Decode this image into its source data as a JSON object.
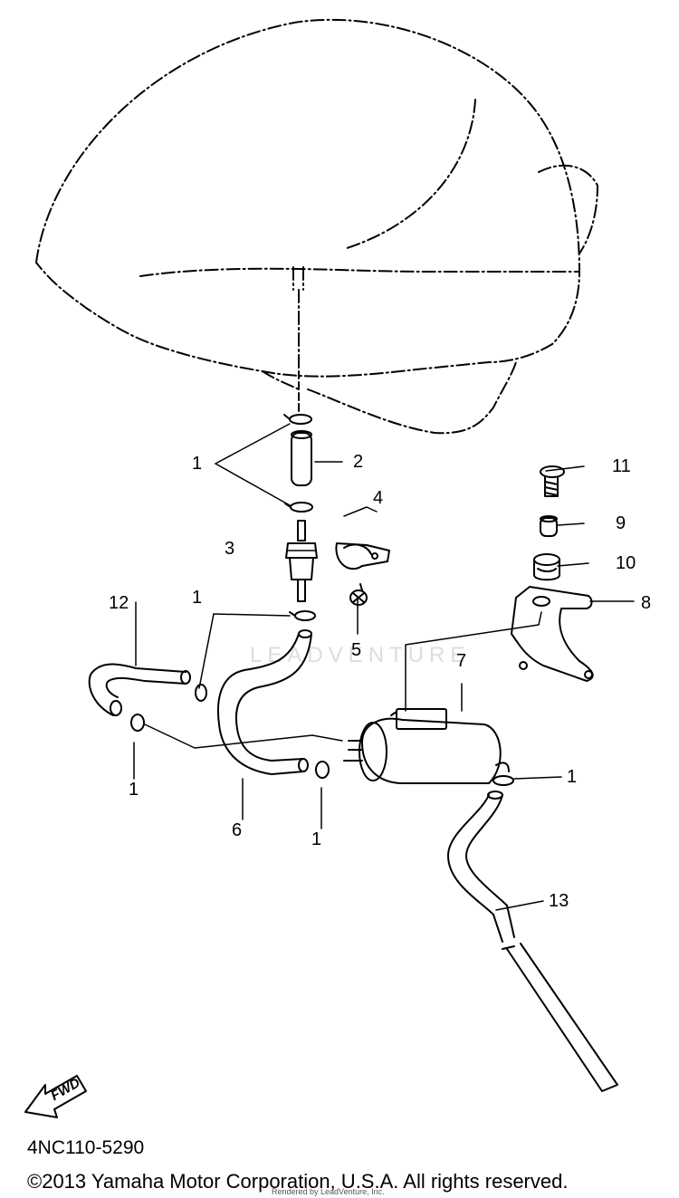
{
  "diagram": {
    "callouts": {
      "c1a": "1",
      "c1b": "1",
      "c1c": "1",
      "c1d": "1",
      "c1e": "1",
      "c2": "2",
      "c3": "3",
      "c4": "4",
      "c5": "5",
      "c6": "6",
      "c7": "7",
      "c8": "8",
      "c9": "9",
      "c10": "10",
      "c11": "11",
      "c12": "12",
      "c13": "13"
    },
    "fwd_label": "FWD",
    "diagram_code": "4NC110-5290",
    "copyright": "©2013 Yamaha Motor Corporation, U.S.A. All rights reserved.",
    "watermark": "LEADVENTURE",
    "rendered_by": "Rendered by LeadVenture, Inc."
  }
}
